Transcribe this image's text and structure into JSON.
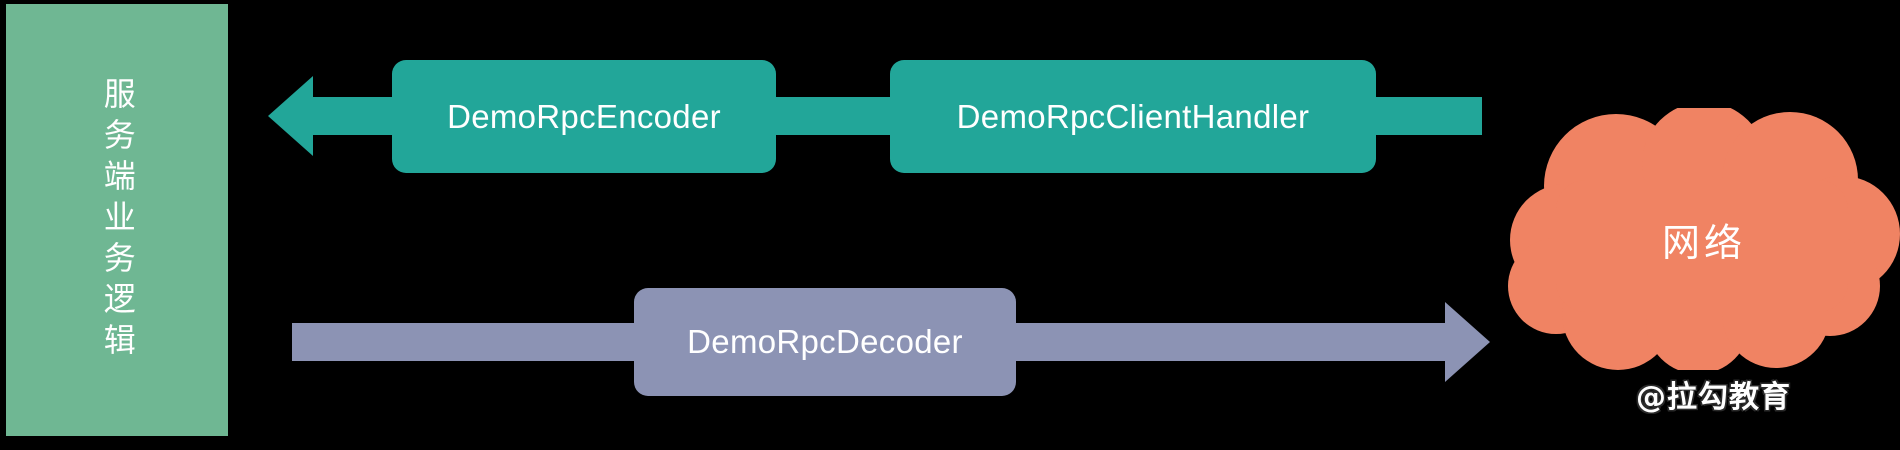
{
  "diagram": {
    "title": "Netty RPC client pipeline diagram",
    "background_color": "#000000",
    "server_panel": {
      "label": "服务端业务逻辑",
      "color": "#6FB793"
    },
    "outbound_row": {
      "direction": "right-to-left",
      "color": "#22A699",
      "boxes": [
        {
          "label": "DemoRpcEncoder"
        },
        {
          "label": "DemoRpcClientHandler"
        }
      ]
    },
    "inbound_row": {
      "direction": "left-to-right",
      "color": "#8C93B4",
      "boxes": [
        {
          "label": "DemoRpcDecoder"
        }
      ]
    },
    "cloud": {
      "label": "网络",
      "color": "#F08363"
    },
    "watermark": {
      "text": "@拉勾教育"
    }
  }
}
